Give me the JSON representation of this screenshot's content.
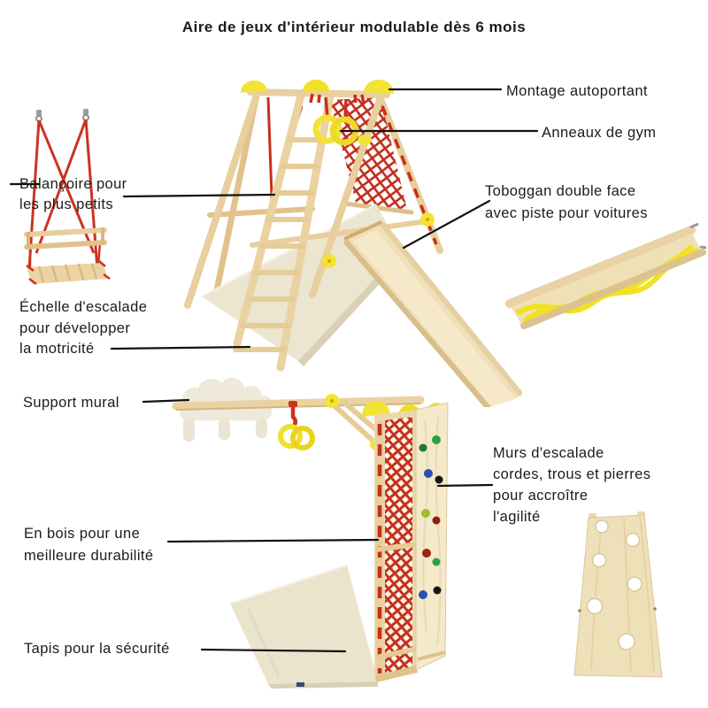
{
  "title": "Aire de jeux d'intérieur modulable dès 6 mois",
  "annotations": {
    "montage": {
      "lines": [
        "Montage autoportant"
      ]
    },
    "anneaux": {
      "lines": [
        "Anneaux de gym"
      ]
    },
    "balancoire": {
      "lines": [
        "Balançoire pour",
        "les plus petits"
      ]
    },
    "toboggan": {
      "lines": [
        "Toboggan double face",
        "avec piste pour voitures"
      ]
    },
    "echelle": {
      "lines": [
        "Échelle d'escalade",
        "pour développer",
        "la motricité"
      ]
    },
    "support": {
      "lines": [
        "Support mural"
      ]
    },
    "murs": {
      "lines": [
        "Murs d'escalade",
        "cordes, trous et pierres",
        "pour accroître",
        "l'agilité"
      ]
    },
    "bois": {
      "lines": [
        "En bois pour une",
        "meilleure durabilité"
      ]
    },
    "tapis": {
      "lines": [
        "Tapis pour la sécurité"
      ]
    }
  },
  "illustrations": {
    "swing": "baby-swing-with-red-ropes",
    "climbing_frame": "a-frame-playground-with-ladder-net-rings-slide-mat",
    "slide": "double-face-slide-with-yellow-car-track",
    "wall_unit": "wall-mounted-unit-with-cloud-shelf-net-and-climbing-holds",
    "climbing_board": "wooden-climbing-board-with-holes"
  },
  "colors": {
    "text": "#1b1b1b",
    "line": "#121212",
    "wood": "#ead2a2",
    "woodShadow": "#d6b67e",
    "accentYellow": "#f2e335",
    "ropeRed": "#c5301c",
    "matBeige": "#ebe4cd",
    "cloudBeige": "#efe9db",
    "holdGreen": "#2f9e44",
    "holdBlue": "#2b50b0",
    "holdDarkRed": "#8e1c10",
    "holdOlive": "#9cbf2a",
    "holdBlack": "#15161a"
  }
}
